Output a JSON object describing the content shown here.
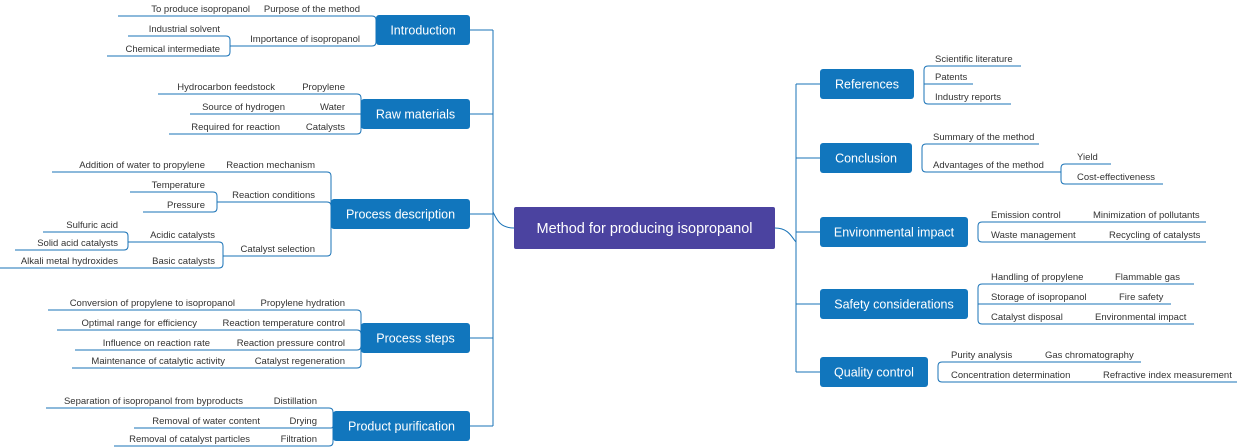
{
  "colors": {
    "root": "#4b43a0",
    "branch": "#1176bd",
    "line": "#1a73b7",
    "text": "#333333"
  },
  "root": "Method for producing isopropanol",
  "branches": {
    "introduction": {
      "label": "Introduction",
      "children": [
        {
          "label": "Purpose of the method",
          "children": [
            "To produce isopropanol"
          ]
        },
        {
          "label": "Importance of isopropanol",
          "children": [
            "Industrial solvent",
            "Chemical intermediate"
          ]
        }
      ]
    },
    "raw_materials": {
      "label": "Raw materials",
      "children": [
        {
          "label": "Propylene",
          "children": [
            "Hydrocarbon feedstock"
          ]
        },
        {
          "label": "Water",
          "children": [
            "Source of hydrogen"
          ]
        },
        {
          "label": "Catalysts",
          "children": [
            "Required for reaction"
          ]
        }
      ]
    },
    "process_description": {
      "label": "Process description",
      "children": [
        {
          "label": "Reaction mechanism",
          "children": [
            "Addition of water to propylene"
          ]
        },
        {
          "label": "Reaction conditions",
          "children": [
            "Temperature",
            "Pressure"
          ]
        },
        {
          "label": "Catalyst selection",
          "children": [
            {
              "label": "Acidic catalysts",
              "children": [
                "Sulfuric acid",
                "Solid acid catalysts"
              ]
            },
            {
              "label": "Basic catalysts",
              "children": [
                "Alkali metal hydroxides"
              ]
            }
          ]
        }
      ]
    },
    "process_steps": {
      "label": "Process steps",
      "children": [
        {
          "label": "Propylene hydration",
          "children": [
            "Conversion of propylene to isopropanol"
          ]
        },
        {
          "label": "Reaction temperature control",
          "children": [
            "Optimal range for efficiency"
          ]
        },
        {
          "label": "Reaction pressure control",
          "children": [
            "Influence on reaction rate"
          ]
        },
        {
          "label": "Catalyst regeneration",
          "children": [
            "Maintenance of catalytic activity"
          ]
        }
      ]
    },
    "product_purification": {
      "label": "Product purification",
      "children": [
        {
          "label": "Distillation",
          "children": [
            "Separation of isopropanol from byproducts"
          ]
        },
        {
          "label": "Drying",
          "children": [
            "Removal of water content"
          ]
        },
        {
          "label": "Filtration",
          "children": [
            "Removal of catalyst particles"
          ]
        }
      ]
    },
    "references": {
      "label": "References",
      "children": [
        "Scientific literature",
        "Patents",
        "Industry reports"
      ]
    },
    "conclusion": {
      "label": "Conclusion",
      "children": [
        {
          "label": "Summary of the method"
        },
        {
          "label": "Advantages of the method",
          "children": [
            "Yield",
            "Cost-effectiveness"
          ]
        }
      ]
    },
    "environmental_impact": {
      "label": "Environmental impact",
      "children": [
        {
          "label": "Emission control",
          "children": [
            "Minimization of pollutants"
          ]
        },
        {
          "label": "Waste management",
          "children": [
            "Recycling of catalysts"
          ]
        }
      ]
    },
    "safety_considerations": {
      "label": "Safety considerations",
      "children": [
        {
          "label": "Handling of propylene",
          "children": [
            "Flammable gas"
          ]
        },
        {
          "label": "Storage of isopropanol",
          "children": [
            "Fire safety"
          ]
        },
        {
          "label": "Catalyst disposal",
          "children": [
            "Environmental impact"
          ]
        }
      ]
    },
    "quality_control": {
      "label": "Quality control",
      "children": [
        {
          "label": "Purity analysis",
          "children": [
            "Gas chromatography"
          ]
        },
        {
          "label": "Concentration determination",
          "children": [
            "Refractive index measurement"
          ]
        }
      ]
    }
  }
}
